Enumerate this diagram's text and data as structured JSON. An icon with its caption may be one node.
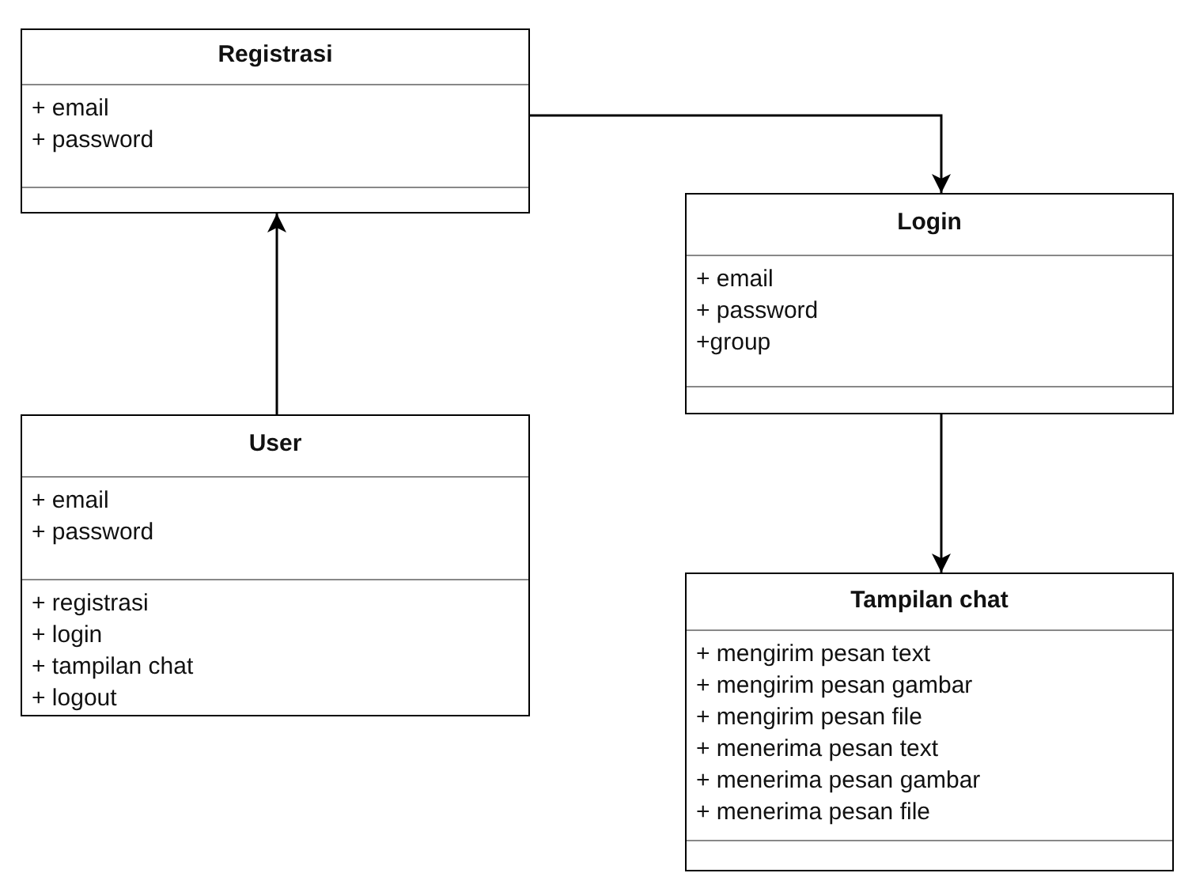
{
  "diagram": {
    "nodes": [
      {
        "text": [
          "Registrasi",
          "+ email",
          "+ password"
        ]
      },
      {
        "text": [
          "Login",
          "+ email",
          "+ password",
          "+group"
        ]
      },
      {
        "text": [
          "User",
          "+ email",
          "+ password",
          "+ registrasi",
          "+ login",
          "+ tampilan chat",
          "+ logout"
        ]
      },
      {
        "text": [
          "Tampilan chat",
          "+ mengirim pesan text",
          "+ mengirim pesan gambar",
          "+ mengirim pesan file",
          "+ menerima pesan text",
          "+ menerima pesan gambar",
          "+ menerima pesan file"
        ]
      }
    ],
    "edges": [
      {
        "from": 2,
        "to": 0,
        "arrow": "to"
      },
      {
        "from": 0,
        "to": 1,
        "arrow": "to"
      },
      {
        "from": 1,
        "to": 3,
        "arrow": "to"
      }
    ]
  }
}
